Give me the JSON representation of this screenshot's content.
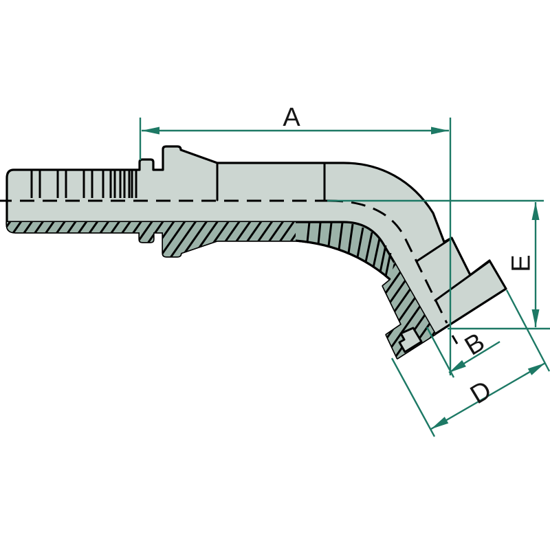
{
  "drawing": {
    "type": "technical-drawing",
    "subject": "45-degree flange elbow hose fitting, half-section side view",
    "dimension_labels": {
      "a": "A",
      "b": "B",
      "d": "D",
      "e": "E"
    }
  },
  "colors": {
    "background": "#ffffff",
    "body_fill": "#ccd6d1",
    "section_fill": "#9cb3a9",
    "outline": "#000000",
    "dimension_line": "#1d7965",
    "label_text": "#151515"
  }
}
